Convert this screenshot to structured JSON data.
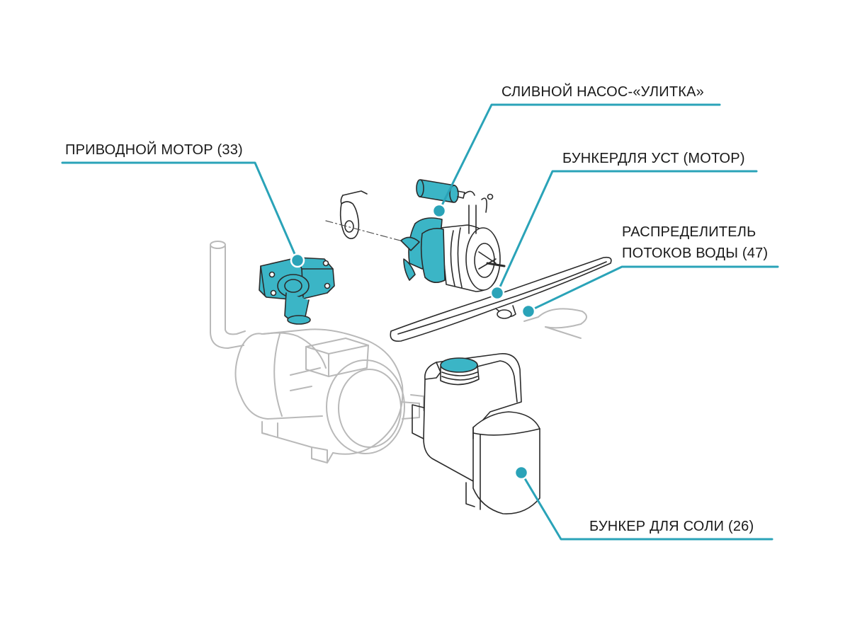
{
  "colors": {
    "accent": "#2aa3b8",
    "part_fill": "#3bb5c6",
    "outline_dark": "#2b2b2b",
    "outline_light": "#b9b9b9"
  },
  "labels": {
    "drain_pump": "СЛИВНОЙ НАСОС-«УЛИТКА»",
    "drive_motor": "ПРИВОДНОЙ МОТОР (33)",
    "motor_hopper": "БУНКЕРДЛЯ УСТ (МОТОР)",
    "water_distributor_line1": "РАСПРЕДЕЛИТЕЛЬ",
    "water_distributor_line2": "ПОТОКОВ ВОДЫ (47)",
    "salt_hopper": "БУНКЕР ДЛЯ СОЛИ (26)"
  },
  "icons": [
    "leader-dot",
    "leader-line"
  ]
}
